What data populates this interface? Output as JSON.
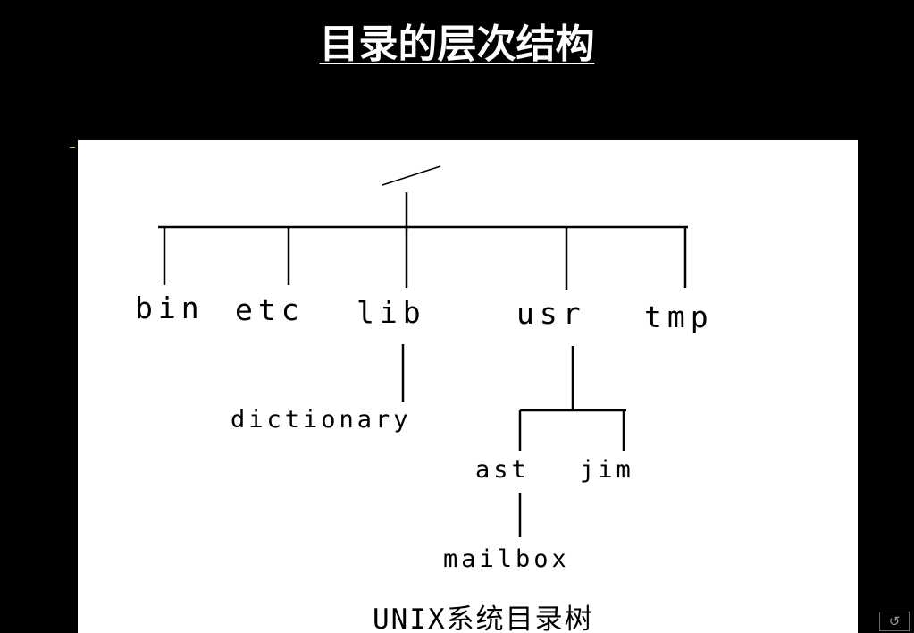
{
  "slide": {
    "title": "目录的层次结构"
  },
  "tree": {
    "level1": [
      "bin",
      "etc",
      "lib",
      "usr",
      "tmp"
    ],
    "lib_children": [
      "dictionary"
    ],
    "usr_children": [
      "ast",
      "jim"
    ],
    "ast_children": [
      "mailbox"
    ],
    "caption": "UNIX系统目录树"
  },
  "controls": {
    "corner_icon": "return-arrow-icon",
    "corner_glyph": "↺"
  },
  "colors": {
    "background": "#000000",
    "panel": "#ffffff",
    "title": "#ffffff",
    "ink": "#000000"
  }
}
